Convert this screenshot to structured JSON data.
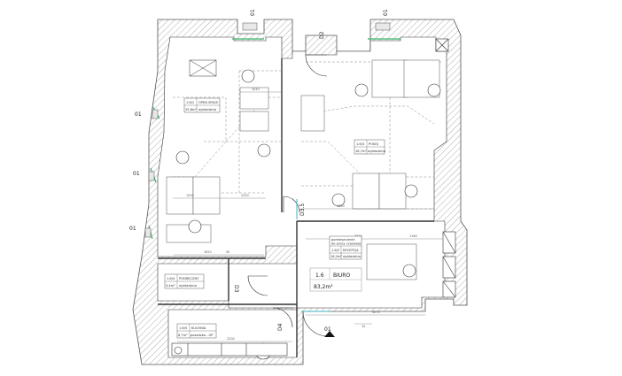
{
  "door_marks": {
    "top_left": "01",
    "top_right": "01",
    "left_1": "01",
    "left_2": "01",
    "left_3": "01",
    "entrance_top": "D2",
    "middle": "D3.5",
    "pantry": "D3",
    "kitchen": "D4",
    "main": "01"
  },
  "rooms": {
    "open_space": {
      "number": "1.6/1",
      "name": "OPEN SPACE",
      "area": "25,6m²",
      "floor": "wykładzina"
    },
    "pokoj": {
      "number": "1.6/3",
      "name": "POKÓJ",
      "area": "18,7m²",
      "floor": "wykładzina"
    },
    "recepcja": {
      "number": "1.6/2",
      "name": "RECEPCJA",
      "area": "16,2m²",
      "floor": "wykładzina"
    },
    "podreczny": {
      "number": "1.6/4",
      "name": "PODRĘCZNY",
      "area": "3,4m²",
      "floor": "wykładzina"
    },
    "kuchnia": {
      "number": "1.6/5",
      "name": "KUCHNIA",
      "area": "6,7m²",
      "floor": "posadzka - GP"
    }
  },
  "recepcja_note": [
    "pomieszczenie",
    "do pracy czasowej"
  ],
  "unit": {
    "id": "1.6",
    "name": "BIURO",
    "area": "83,2m²"
  },
  "dims": {
    "d1": "1410",
    "d2": "1410",
    "d3": "2220",
    "d4": "1820",
    "d5": "90",
    "d6": "1820",
    "d7": "1160",
    "d8": "3370",
    "d9": "3070",
    "d10": "2200",
    "d11": "10"
  }
}
